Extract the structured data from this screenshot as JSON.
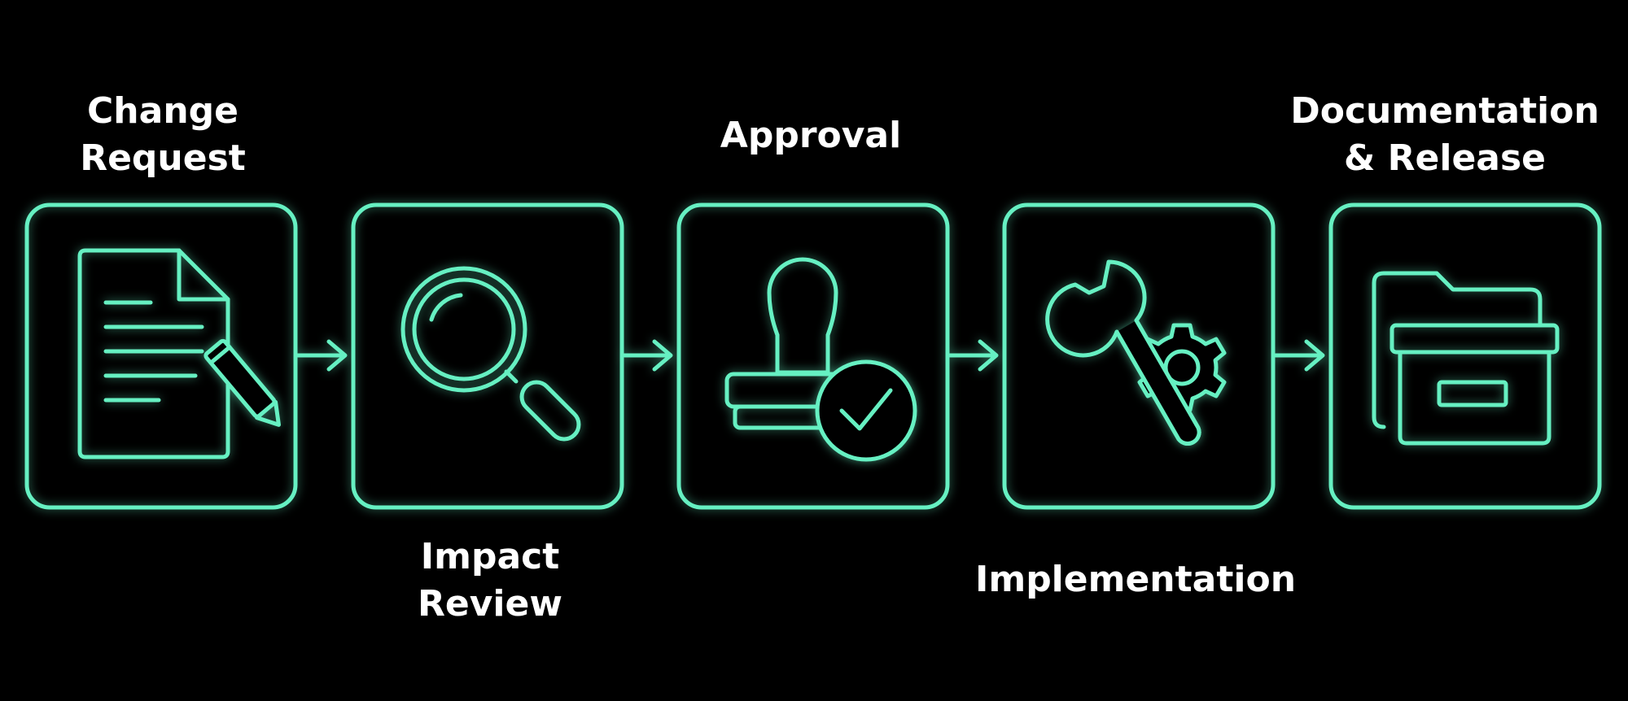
{
  "accent_color": "#66f0c2",
  "background_color": "#000000",
  "steps": [
    {
      "lines": [
        "Change",
        "Request"
      ],
      "icon": "document-edit-icon"
    },
    {
      "lines": [
        "Impact",
        "Review"
      ],
      "icon": "magnifier-icon"
    },
    {
      "lines": [
        "Approval"
      ],
      "icon": "approval-stamp-icon"
    },
    {
      "lines": [
        "Implementation"
      ],
      "icon": "wrench-gear-icon"
    },
    {
      "lines": [
        "Documentation",
        "& Release"
      ],
      "icon": "archive-box-icon"
    }
  ]
}
